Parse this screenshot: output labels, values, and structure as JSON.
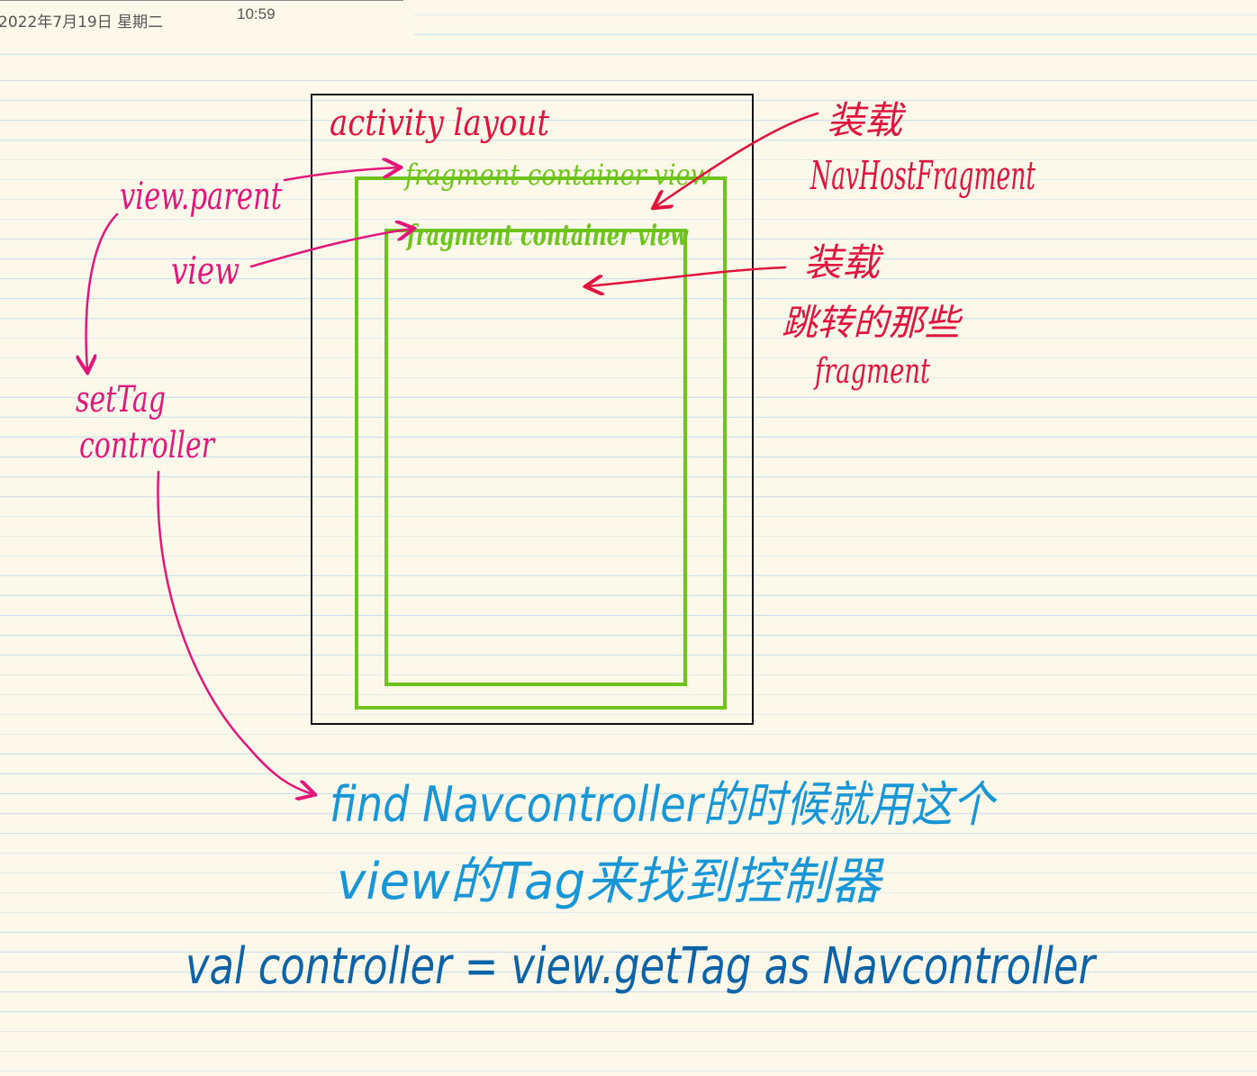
{
  "header": {
    "date": "2022年7月19日 星期二",
    "time": "10:59"
  },
  "diagram": {
    "activity_label": "activity layout",
    "outer_container_label": "fragment container view",
    "inner_container_label": "fragment container view",
    "note_outer_line1": "装载",
    "note_outer_line2": "NavHostFragment",
    "note_inner_line1": "装载",
    "note_inner_line2": "跳转的那些",
    "note_inner_line3": "fragment",
    "label_view_parent": "view.parent",
    "label_view": "view",
    "label_settag_line1": "setTag",
    "label_settag_line2": "controller",
    "bottom_line1": "find Navcontroller的时候就用这个",
    "bottom_line2": "view的Tag来找到控制器",
    "code_line": "val controller = view.getTag as Navcontroller"
  },
  "colors": {
    "paper": "#fdf9ea",
    "rule": "#cfe3ec",
    "red_ink": "#e0143c",
    "pink_ink": "#e3177a",
    "green_ink": "#6dc41a",
    "cyan_ink": "#1896d6",
    "navy_ink": "#0d63a8"
  }
}
